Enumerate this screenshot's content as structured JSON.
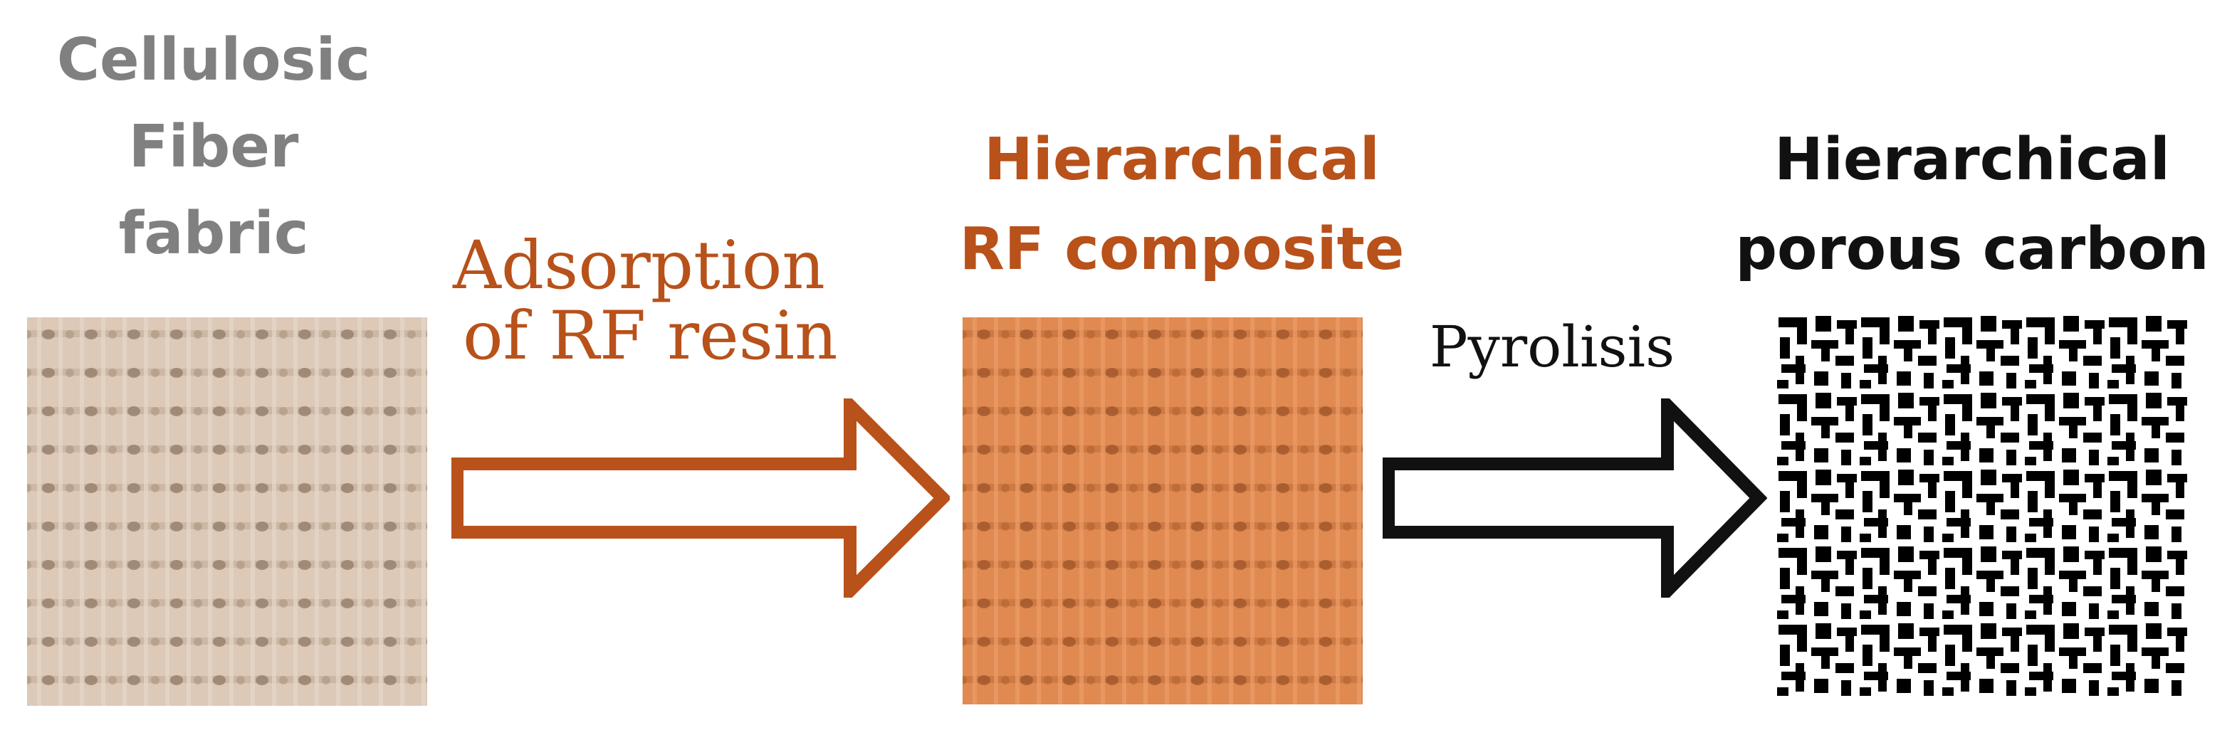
{
  "stages": [
    {
      "lines": [
        "Cellulosic",
        "Fiber",
        "fabric"
      ],
      "color": "#808080"
    },
    {
      "lines": [
        "Hierarchical",
        "RF composite"
      ],
      "color": "#b8511a"
    },
    {
      "lines": [
        "Hierarchical",
        "porous carbon"
      ],
      "color": "#111111"
    }
  ],
  "steps": [
    {
      "lines": [
        "Adsorption",
        "of RF resin"
      ],
      "color": "#b8511a"
    },
    {
      "label": "Pyrolisis",
      "color": "#111111"
    }
  ],
  "icons": [
    "cellulosic-fabric-texture",
    "rf-composite-texture",
    "porous-carbon-pattern",
    "right-arrow"
  ]
}
